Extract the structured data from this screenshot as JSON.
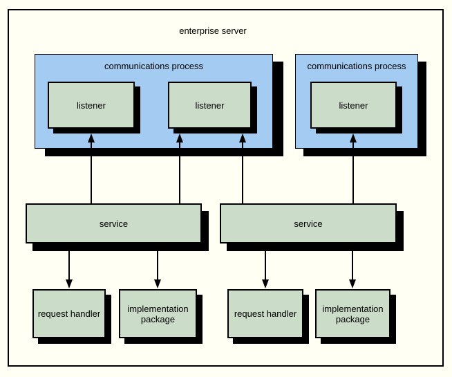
{
  "title": "enterprise server",
  "colors": {
    "background": "#FFFFF3",
    "process_blue": "#A4CBF1",
    "component_green": "#CBDCC8",
    "line_black": "#000000"
  },
  "comm_processes": [
    {
      "label": "communications process"
    },
    {
      "label": "communications process"
    }
  ],
  "listeners": [
    "listener",
    "listener",
    "listener"
  ],
  "services": [
    "service",
    "service"
  ],
  "bottom_boxes": [
    "request handler",
    "implementation package",
    "request handler",
    "implementation package"
  ]
}
